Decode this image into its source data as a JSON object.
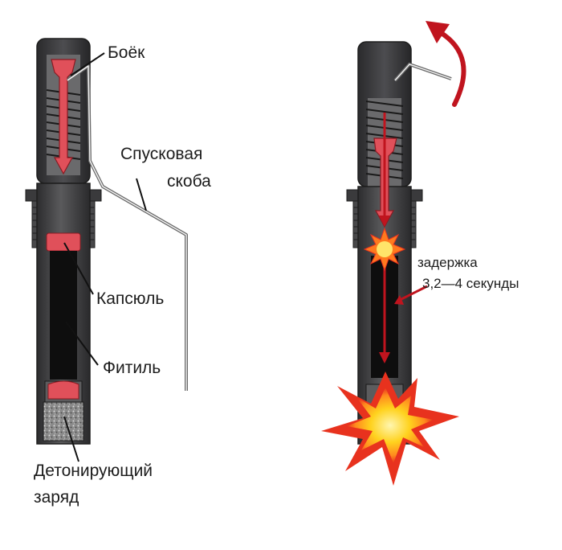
{
  "labels": {
    "striker": "Боёк",
    "trigger_lever_line1": "Спусковая",
    "trigger_lever_line2": "скоба",
    "primer": "Капсюль",
    "fuse": "Фитиль",
    "detonator_line1": "Детонирующий",
    "detonator_line2": "заряд",
    "delay_line1": "задержка",
    "delay_line2": "3,2—4 секунды"
  },
  "colors": {
    "body_dark": "#3a3a3c",
    "body_mid": "#58585a",
    "fuse_core": "#101010",
    "red_part": "#e0505a",
    "arrow_red": "#c0141e",
    "explosion_outer": "#e8321e",
    "explosion_core": "#ffd21e"
  },
  "icons": {
    "rotation_arrow": "curved-arrow-icon",
    "flash": "spark-burst-icon",
    "explosion": "explosion-burst-icon"
  }
}
